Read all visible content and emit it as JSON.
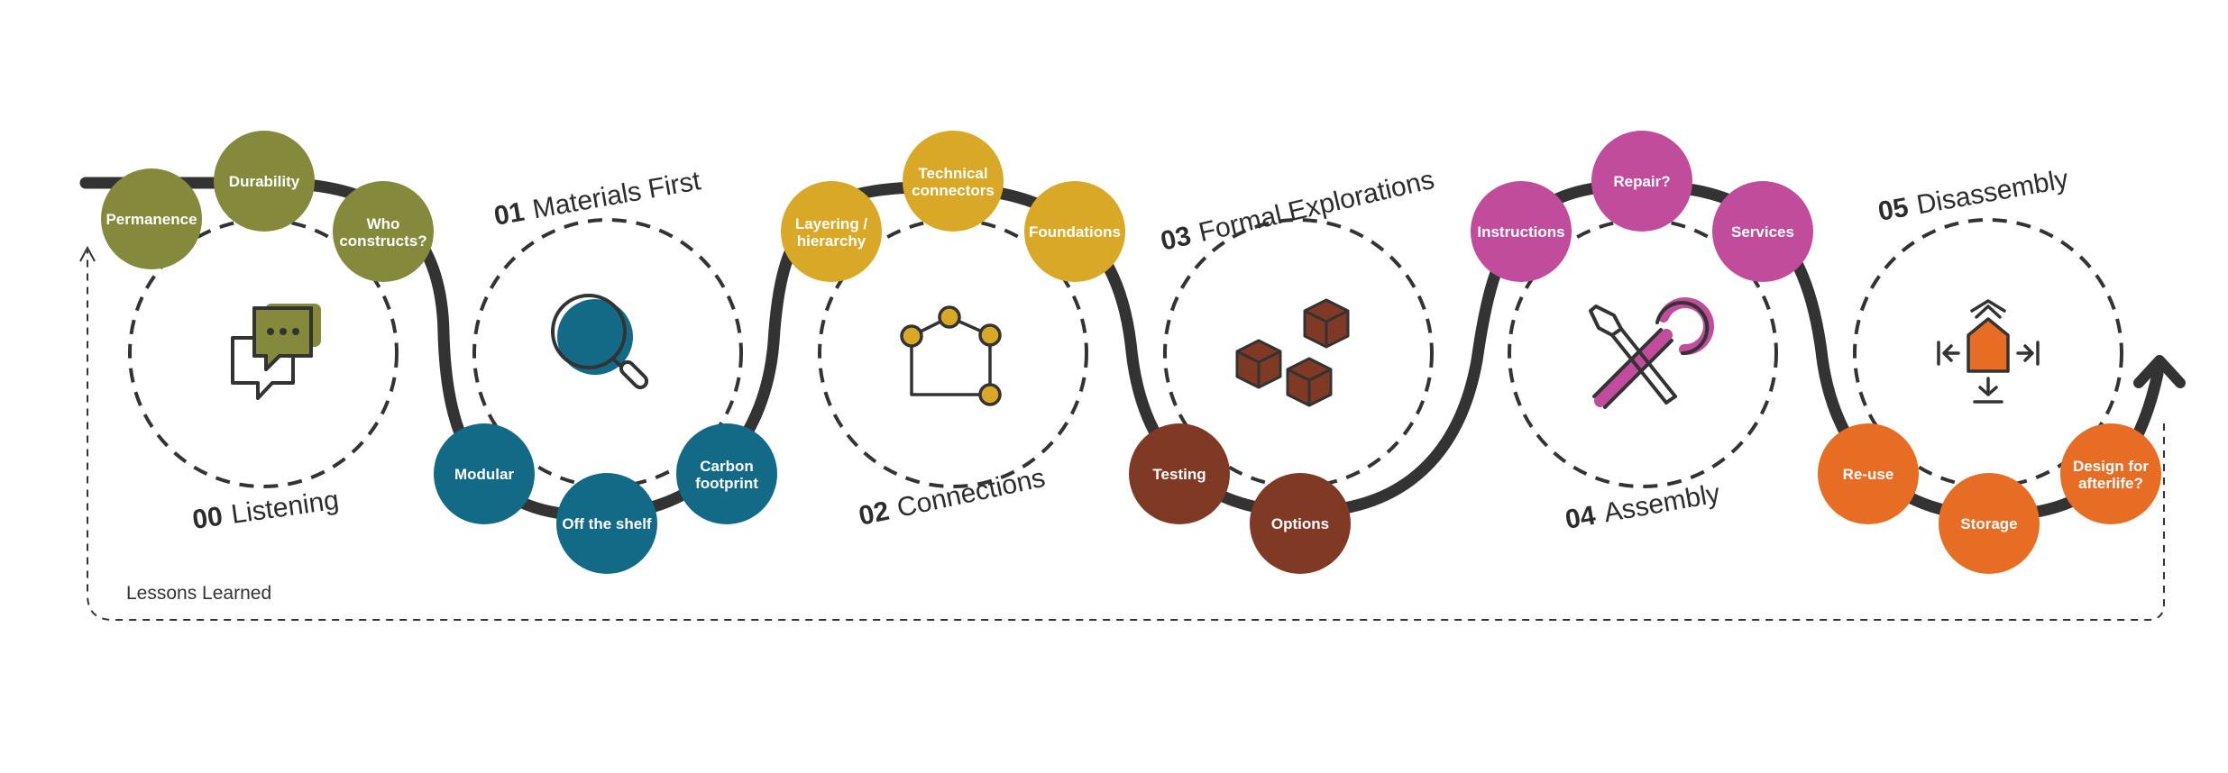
{
  "colors": {
    "listening": "#85893c",
    "materials": "#136a86",
    "connections": "#d9a827",
    "explorations": "#803924",
    "assembly": "#c24c9c",
    "disassembly": "#e76c24",
    "line": "#333333"
  },
  "loop_label": "Lessons Learned",
  "stages": [
    {
      "num": "00",
      "title": "Listening",
      "icon": "chat-bubbles-icon",
      "nodes": [
        "Permanence",
        "Durability",
        "Who constructs?"
      ]
    },
    {
      "num": "01",
      "title": "Materials First",
      "icon": "magnifier-icon",
      "nodes": [
        "Modular",
        "Off the shelf",
        "Carbon footprint"
      ]
    },
    {
      "num": "02",
      "title": "Connections",
      "icon": "connection-nodes-icon",
      "nodes": [
        "Layering / hierarchy",
        "Technical connectors",
        "Foundations"
      ]
    },
    {
      "num": "03",
      "title": "Formal Explorations",
      "icon": "cubes-icon",
      "nodes": [
        "Testing",
        "Options"
      ]
    },
    {
      "num": "04",
      "title": "Assembly",
      "icon": "tools-icon",
      "nodes": [
        "Instructions",
        "Repair?",
        "Services"
      ]
    },
    {
      "num": "05",
      "title": "Disassembly",
      "icon": "house-arrows-icon",
      "nodes": [
        "Re-use",
        "Storage",
        "Design for afterlife?"
      ]
    }
  ]
}
